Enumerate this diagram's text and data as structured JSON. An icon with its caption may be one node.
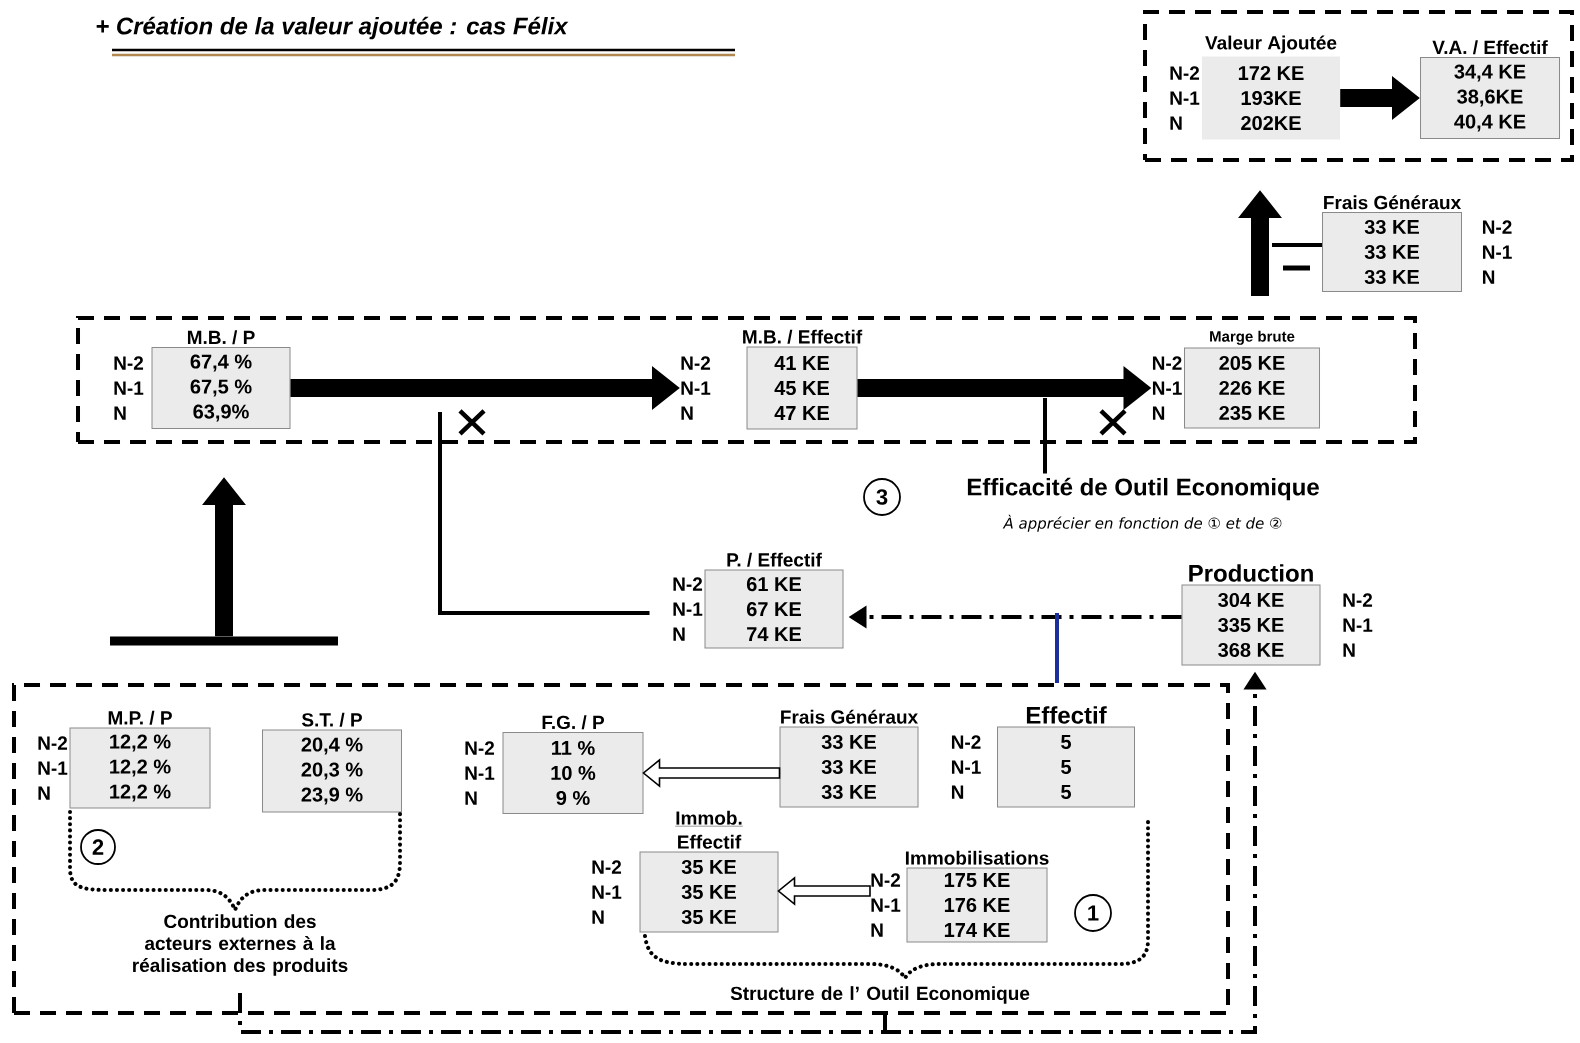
{
  "diagram": {
    "title": "+ Création de la valeur ajoutée : cas Félix",
    "nodes": [
      {
        "text": [],
        "shape": "box"
      },
      {
        "text": [
          "Valeur Ajoutée",
          "172 KE",
          "193KE",
          "202KE"
        ],
        "in": 0,
        "beside": [
          "N-2",
          "N-1",
          "N"
        ]
      },
      {
        "text": [
          "V.A. / Effectif",
          "34,4 KE",
          "38,6KE",
          "40,4 KE"
        ],
        "in": 0
      },
      {
        "text": [
          "Frais Généraux",
          "33 KE",
          "33 KE",
          "33 KE"
        ],
        "beside": [
          "N-2",
          "N-1",
          "N"
        ]
      },
      {
        "text": [],
        "shape": "box"
      },
      {
        "text": [
          "M.B. / P",
          "67,4 %",
          "67,5 %",
          "63,9%"
        ],
        "in": 4,
        "beside": [
          "N-2",
          "N-1",
          "N"
        ]
      },
      {
        "text": [
          "M.B. / Effectif",
          "41 KE",
          "45 KE",
          "47 KE"
        ],
        "in": 4,
        "beside": [
          "N-2",
          "N-1",
          "N"
        ]
      },
      {
        "text": [
          "Marge brute",
          "205 KE",
          "226 KE",
          "235 KE"
        ],
        "in": 4,
        "beside": [
          "N-2",
          "N-1",
          "N"
        ]
      },
      {
        "text": [
          "3"
        ]
      },
      {
        "text": [
          "Efficacité de Outil Economique",
          "À apprécier en fonction de ① et de ②"
        ]
      },
      {
        "text": [
          "Production",
          "304 KE",
          "335 KE",
          "368 KE"
        ],
        "beside": [
          "N-2",
          "N-1",
          "N"
        ]
      },
      {
        "text": [
          "P. / Effectif",
          "61 KE",
          "67 KE",
          "74 KE"
        ],
        "beside": [
          "N-2",
          "N-1",
          "N"
        ]
      },
      {
        "text": [],
        "shape": "box"
      },
      {
        "text": [
          "M.P. / P",
          "12,2 %",
          "12,2 %",
          "12,2 %"
        ],
        "in": 12,
        "beside": [
          "N-2",
          "N-1",
          "N"
        ]
      },
      {
        "text": [
          "S.T. / P",
          "20,4 %",
          "20,3 %",
          "23,9 %"
        ],
        "in": 12
      },
      {
        "text": [
          "F.G. / P",
          "11 %",
          "10 %",
          "9 %"
        ],
        "in": 12,
        "beside": [
          "N-2",
          "N-1",
          "N"
        ]
      },
      {
        "text": [
          "Frais Généraux",
          "33 KE",
          "33 KE",
          "33 KE"
        ],
        "in": 12
      },
      {
        "text": [
          "Effectif",
          "5",
          "5",
          "5"
        ],
        "in": 12,
        "beside": [
          "N-2",
          "N-1",
          "N"
        ]
      },
      {
        "text": [
          "Immob.",
          "Effectif",
          "35 KE",
          "35 KE",
          "35 KE"
        ],
        "in": 12,
        "beside": [
          "N-2",
          "N-1",
          "N"
        ]
      },
      {
        "text": [
          "Immobilisations",
          "175 KE",
          "176 KE",
          "174 KE"
        ],
        "in": 12,
        "beside": [
          "N-2",
          "N-1",
          "N"
        ]
      },
      {
        "text": [
          "2"
        ],
        "in": 12
      },
      {
        "text": [
          "1"
        ],
        "in": 12
      },
      {
        "text": [],
        "shape": "bar"
      }
    ],
    "edges": [
      {
        "from": 1,
        "to": 2,
        "arrow": "to",
        "style": "thick"
      },
      {
        "from": 4,
        "to": 0,
        "arrow": "to",
        "style": "thick"
      },
      {
        "from": 3,
        "to": null,
        "arrow": "none"
      },
      {
        "from": 5,
        "to": 6,
        "arrow": "to",
        "style": "thick"
      },
      {
        "from": 6,
        "to": 7,
        "arrow": "to",
        "style": "thick"
      },
      {
        "from": 11,
        "to": null,
        "arrow": "none"
      },
      {
        "from": 10,
        "to": 11,
        "arrow": "to",
        "style": "dashed"
      },
      {
        "from": 12,
        "to": null,
        "arrow": "none",
        "color": "#1a2e9c"
      },
      {
        "from": 9,
        "to": null,
        "arrow": "none"
      },
      {
        "from": 12,
        "to": 10,
        "arrow": "to",
        "style": "dashed"
      },
      {
        "from": 16,
        "to": 15,
        "arrow": "to"
      },
      {
        "from": 19,
        "to": 18,
        "arrow": "to"
      },
      {
        "from": 22,
        "to": 4,
        "arrow": "to",
        "style": "thick"
      }
    ],
    "labels": [
      "Contribution des acteurs externes à la réalisation des produits",
      "Structure de l’ Outil Economique"
    ]
  }
}
